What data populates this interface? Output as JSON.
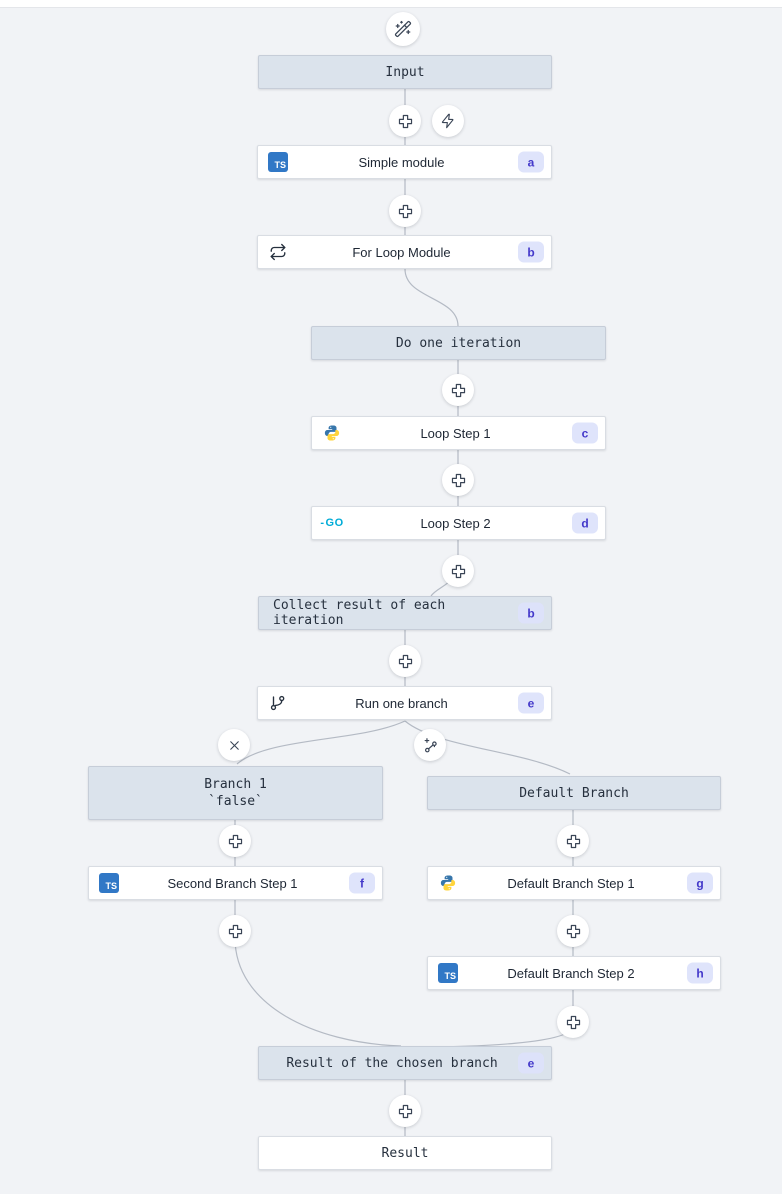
{
  "colors": {
    "canvas_bg": "#f1f3f6",
    "virtual_node_bg": "#dbe3ec",
    "module_node_bg": "#ffffff",
    "edge": "#b4bac4",
    "badge_bg": "#dfe4fb",
    "badge_text": "#4338ca",
    "typescript_blue": "#3178c6",
    "go_cyan": "#00acd7",
    "python_blue": "#3776ab",
    "python_yellow": "#ffd43b"
  },
  "nodes": {
    "input": {
      "label": "Input"
    },
    "simple_module": {
      "label": "Simple module",
      "badge": "a",
      "icon_label": "TS"
    },
    "for_loop_module": {
      "label": "For Loop Module",
      "badge": "b"
    },
    "do_one_iteration": {
      "label": "Do one iteration"
    },
    "loop_step_1": {
      "label": "Loop Step 1",
      "badge": "c"
    },
    "loop_step_2": {
      "label": "Loop Step 2",
      "badge": "d",
      "icon_label": "GO"
    },
    "collect_result": {
      "label": "Collect result of each iteration",
      "badge": "b"
    },
    "run_one_branch": {
      "label": "Run one branch",
      "badge": "e"
    },
    "branch_1": {
      "label": "Branch 1",
      "sublabel": "`false`"
    },
    "default_branch": {
      "label": "Default Branch"
    },
    "second_branch_step_1": {
      "label": "Second Branch Step 1",
      "badge": "f",
      "icon_label": "TS"
    },
    "default_branch_step_1": {
      "label": "Default Branch Step 1",
      "badge": "g"
    },
    "default_branch_step_2": {
      "label": "Default Branch Step 2",
      "badge": "h",
      "icon_label": "TS"
    },
    "result_of_chosen_branch": {
      "label": "Result of the chosen branch",
      "badge": "e"
    },
    "result": {
      "label": "Result"
    }
  },
  "icons": {
    "top": "wand-sparkles-icon",
    "add_step": "plus-icon",
    "trigger": "zap-icon",
    "remove_branch": "x-icon",
    "add_branch": "add-branch-icon",
    "typescript": "ts-icon",
    "python": "python-icon",
    "go": "go-icon",
    "loop": "repeat-icon",
    "branch": "git-branch-icon"
  }
}
